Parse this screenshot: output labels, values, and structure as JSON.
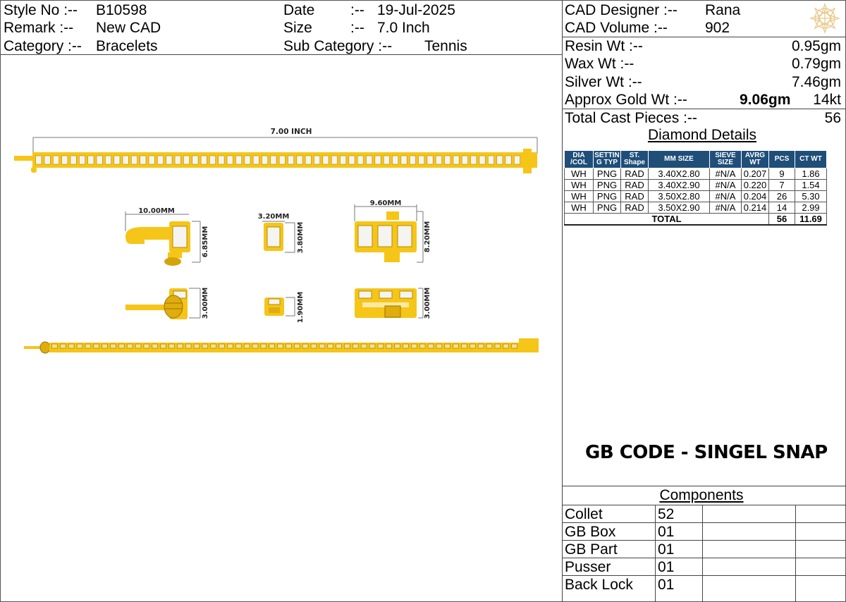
{
  "header": {
    "style_label": "Style No :--",
    "style_value": "B10598",
    "remark_label": "Remark  :--",
    "remark_value": "New CAD",
    "category_label": "Category :--",
    "category_value": "Bracelets",
    "date_label": "Date",
    "date_sep": ":--",
    "date_value": "19-Jul-2025",
    "size_label": "Size",
    "size_sep": ":--",
    "size_value": "7.0 Inch",
    "subcat_label": "Sub Category :--",
    "subcat_value": "Tennis"
  },
  "cad": {
    "designer_label": "CAD   Designer :--",
    "designer_value": "Rana",
    "volume_label": "CAD    Volume  :--",
    "volume_value": "902"
  },
  "weights": [
    {
      "label": "Resin Wt :--",
      "value": "0.95gm"
    },
    {
      "label": "Wax   Wt :--",
      "value": "0.79gm"
    },
    {
      "label": "Silver Wt :--",
      "value": "7.46gm"
    }
  ],
  "gold": {
    "label": "Approx Gold Wt :--",
    "value": "9.06gm",
    "karat": "14kt"
  },
  "cast": {
    "label": "Total Cast Pieces :--",
    "value": "56"
  },
  "diamond": {
    "title": "Diamond Details",
    "headers": [
      "DIA /COL",
      "SETTIN G TYP",
      "ST. Shape",
      "MM SIZE",
      "SIEVE SIZE",
      "AVRG WT",
      "PCS",
      "CT WT"
    ],
    "rows": [
      [
        "WH",
        "PNG",
        "RAD",
        "3.40X2.80",
        "#N/A",
        "0.207",
        "9",
        "1.86"
      ],
      [
        "WH",
        "PNG",
        "RAD",
        "3.40X2.90",
        "#N/A",
        "0.220",
        "7",
        "1.54"
      ],
      [
        "WH",
        "PNG",
        "RAD",
        "3.50X2.80",
        "#N/A",
        "0.204",
        "26",
        "5.30"
      ],
      [
        "WH",
        "PNG",
        "RAD",
        "3.50X2.90",
        "#N/A",
        "0.214",
        "14",
        "2.99"
      ]
    ],
    "total_label": "TOTAL",
    "total_pcs": "56",
    "total_ct": "11.69"
  },
  "gb_code": "GB CODE - SINGEL SNAP",
  "components": {
    "title": "Components",
    "items": [
      {
        "name": "Collet",
        "qty": "52"
      },
      {
        "name": "GB Box",
        "qty": "01"
      },
      {
        "name": "GB Part",
        "qty": "01"
      },
      {
        "name": "Pusser",
        "qty": "01"
      },
      {
        "name": "Back Lock",
        "qty": "01"
      }
    ]
  },
  "drawing": {
    "length_label": "7.00 INCH",
    "dims": {
      "clasp_width": "10.00MM",
      "clasp_height": "6.85MM",
      "clasp_side": "3.00MM",
      "collet_width": "3.20MM",
      "collet_height": "3.80MM",
      "collet_side": "1.90MM",
      "box_width": "9.60MM",
      "box_height": "8.20MM",
      "box_side": "3.00MM"
    }
  },
  "colors": {
    "gold": "#f5c518",
    "gold_dark": "#c89a05",
    "stone": "#f4f4f0",
    "table_header": "#1f4e79"
  },
  "logo_icon": "diamond-star-logo-icon"
}
